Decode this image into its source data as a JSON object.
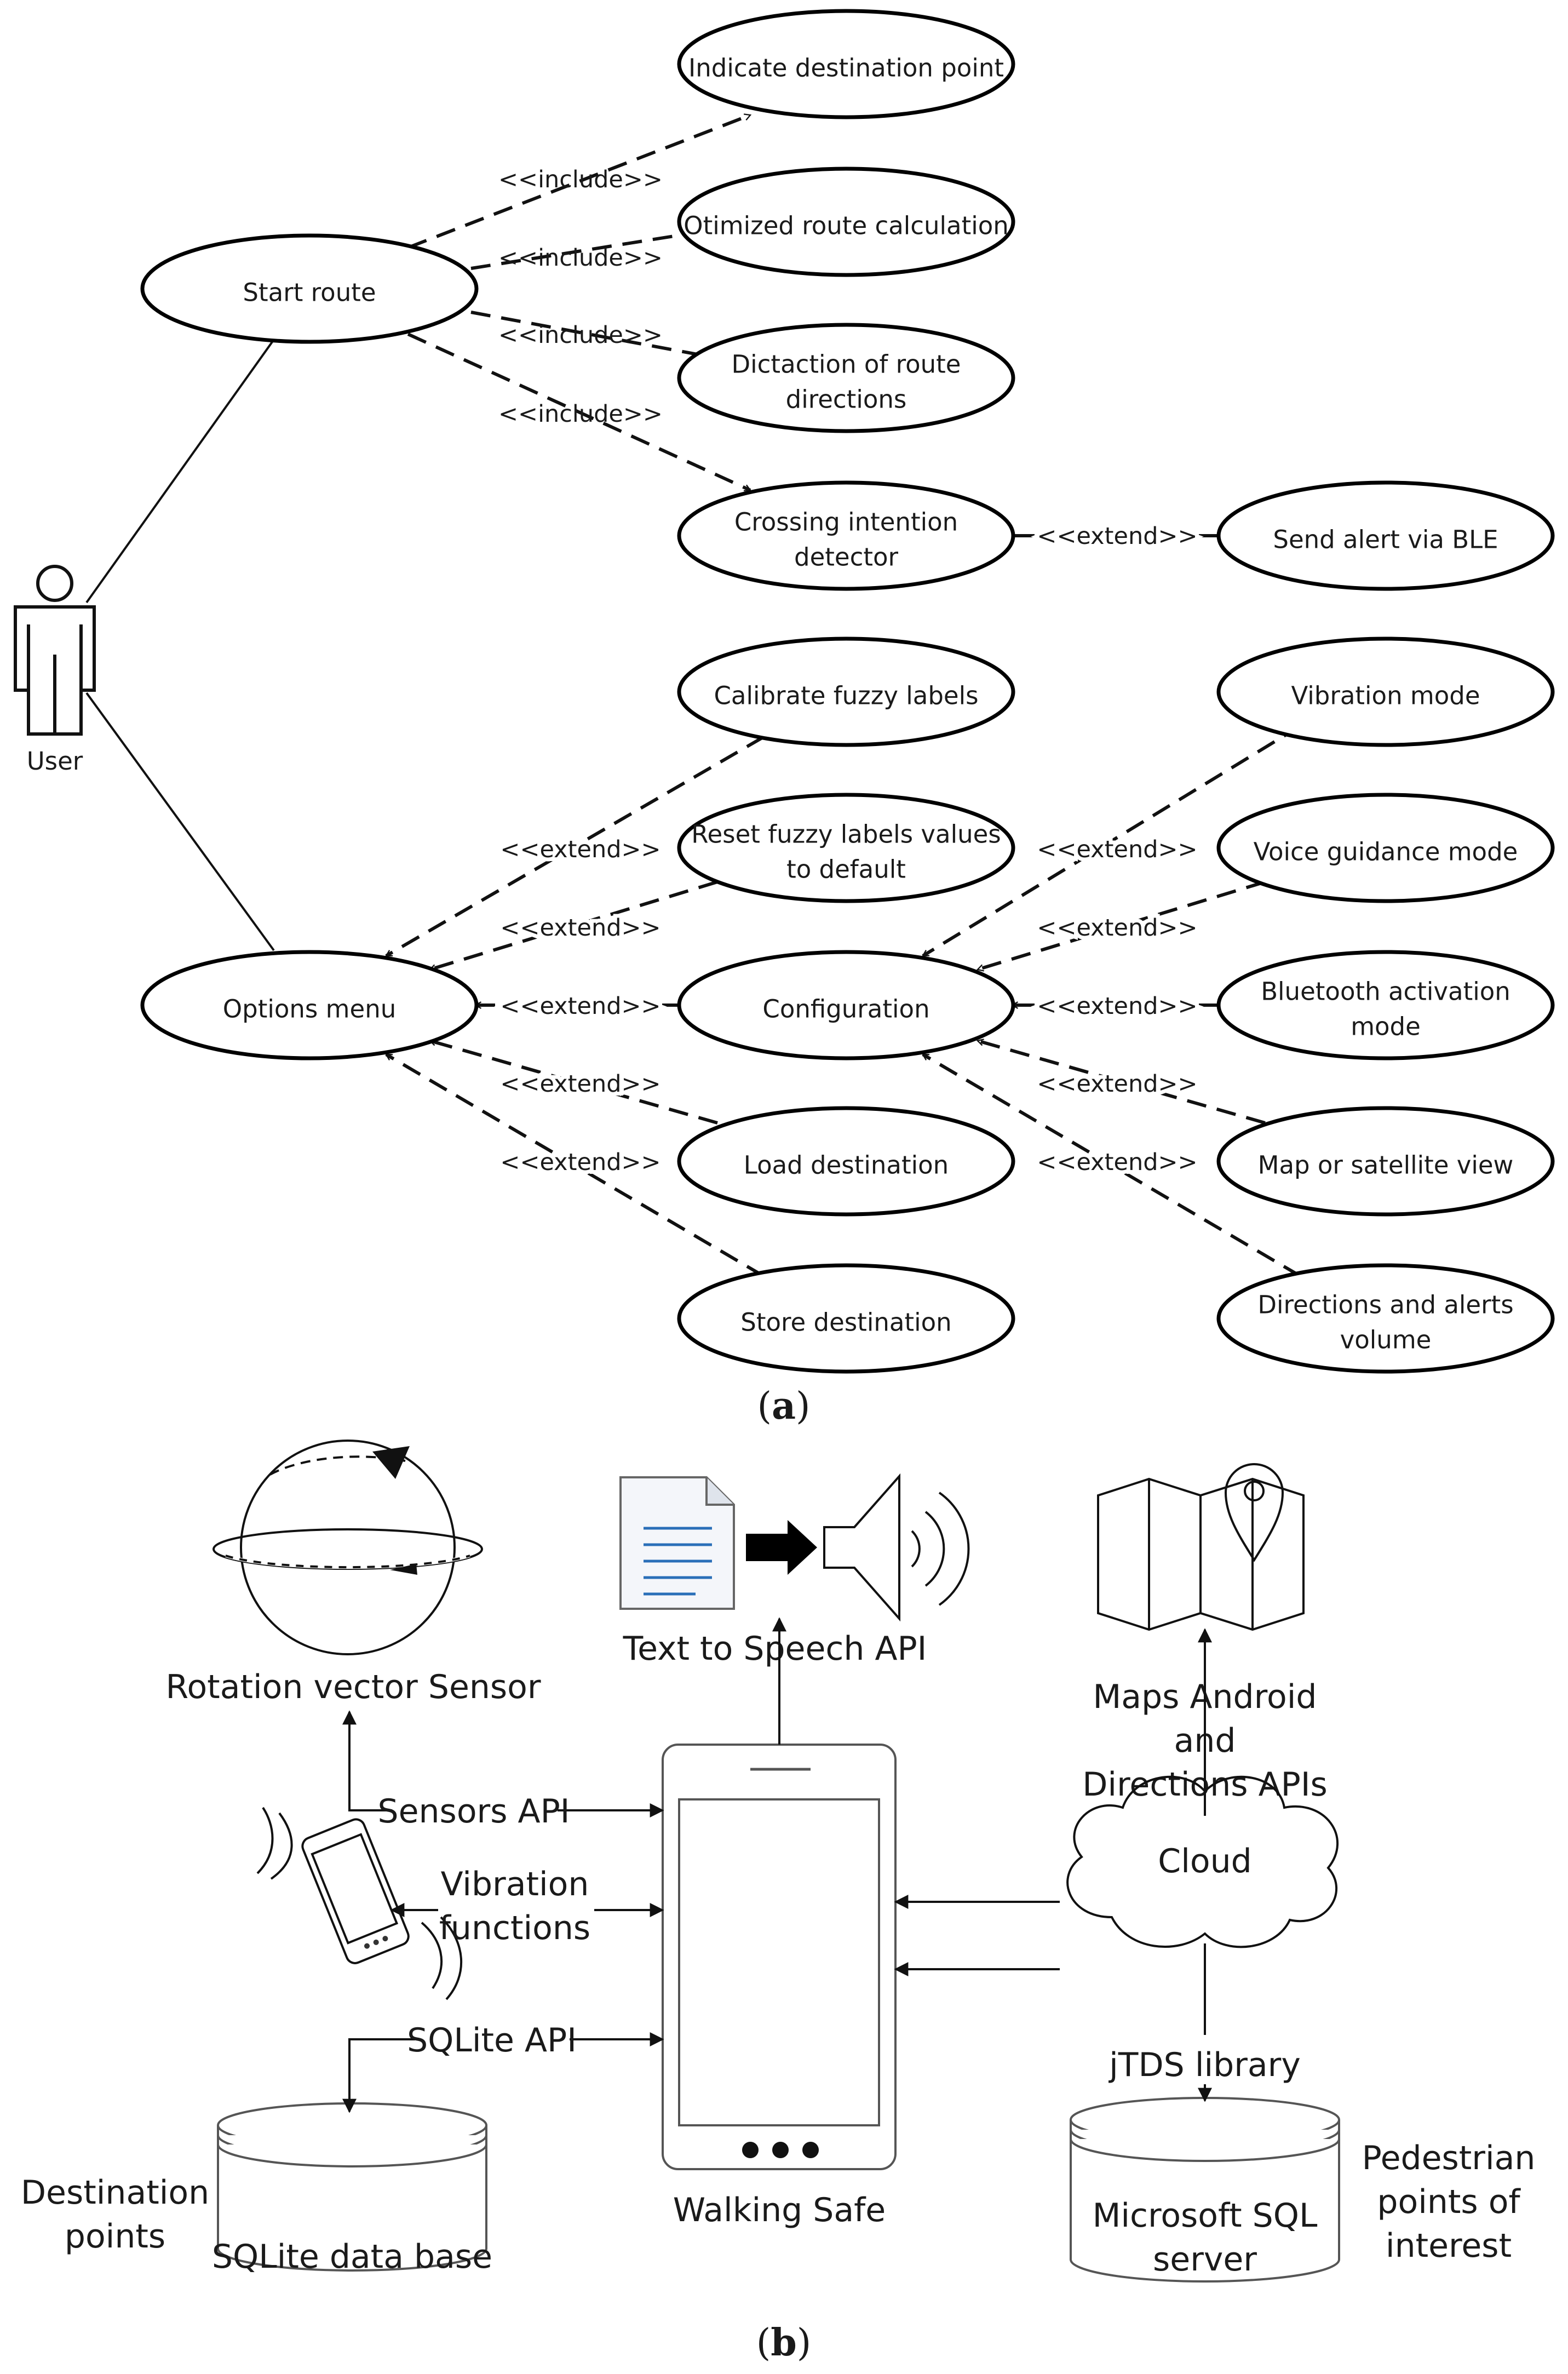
{
  "part_a": {
    "caption_open": "(",
    "caption_letter": "a",
    "caption_close": ")",
    "actor_label": "User",
    "use_cases": {
      "start_route": [
        "Start route"
      ],
      "indicate_destination": [
        "Indicate destination point"
      ],
      "optimized_route": [
        "Otimized route calculation"
      ],
      "dictation": [
        "Dictaction of route",
        "directions"
      ],
      "crossing_detector": [
        "Crossing intention",
        "detector"
      ],
      "send_alert": [
        "Send alert via BLE"
      ],
      "options_menu": [
        "Options menu"
      ],
      "calibrate": [
        "Calibrate fuzzy labels"
      ],
      "reset": [
        "Reset fuzzy labels values",
        "to default"
      ],
      "configuration": [
        "Configuration"
      ],
      "load_destination": [
        "Load destination"
      ],
      "store_destination": [
        "Store destination"
      ],
      "vibration_mode": [
        "Vibration mode"
      ],
      "voice_guidance": [
        "Voice guidance mode"
      ],
      "bluetooth_mode": [
        "Bluetooth activation",
        "mode"
      ],
      "map_view": [
        "Map or satellite view"
      ],
      "volume": [
        "Directions and alerts",
        "volume"
      ]
    },
    "relations": {
      "include": "<<include>>",
      "extend": "<<extend>>"
    }
  },
  "part_b": {
    "caption_open": "(",
    "caption_letter": "b",
    "caption_close": ")",
    "labels": {
      "rotation_sensor": "Rotation vector Sensor",
      "text_to_speech": "Text to Speech API",
      "maps_apis": [
        "Maps Android",
        "and",
        "Directions APIs"
      ],
      "sensors_api": "Sensors API",
      "vibration_functions": [
        "Vibration",
        "functions"
      ],
      "sqlite_api": "SQLite API",
      "cloud": "Cloud",
      "jtds": "jTDS library",
      "destination_points": [
        "Destination",
        "points"
      ],
      "sqlite_db": "SQLite data base",
      "walking_safe": "Walking Safe",
      "mssql": [
        "Microsoft SQL",
        "server"
      ],
      "pedestrian_poi": [
        "Pedestrian",
        "points of",
        "interest"
      ]
    },
    "icons": [
      "sphere-rotation-icon",
      "document-icon",
      "speaker-icon",
      "map-pin-icon",
      "vibrating-phone-icon",
      "smartphone-icon",
      "cloud-icon",
      "database-icon"
    ]
  }
}
